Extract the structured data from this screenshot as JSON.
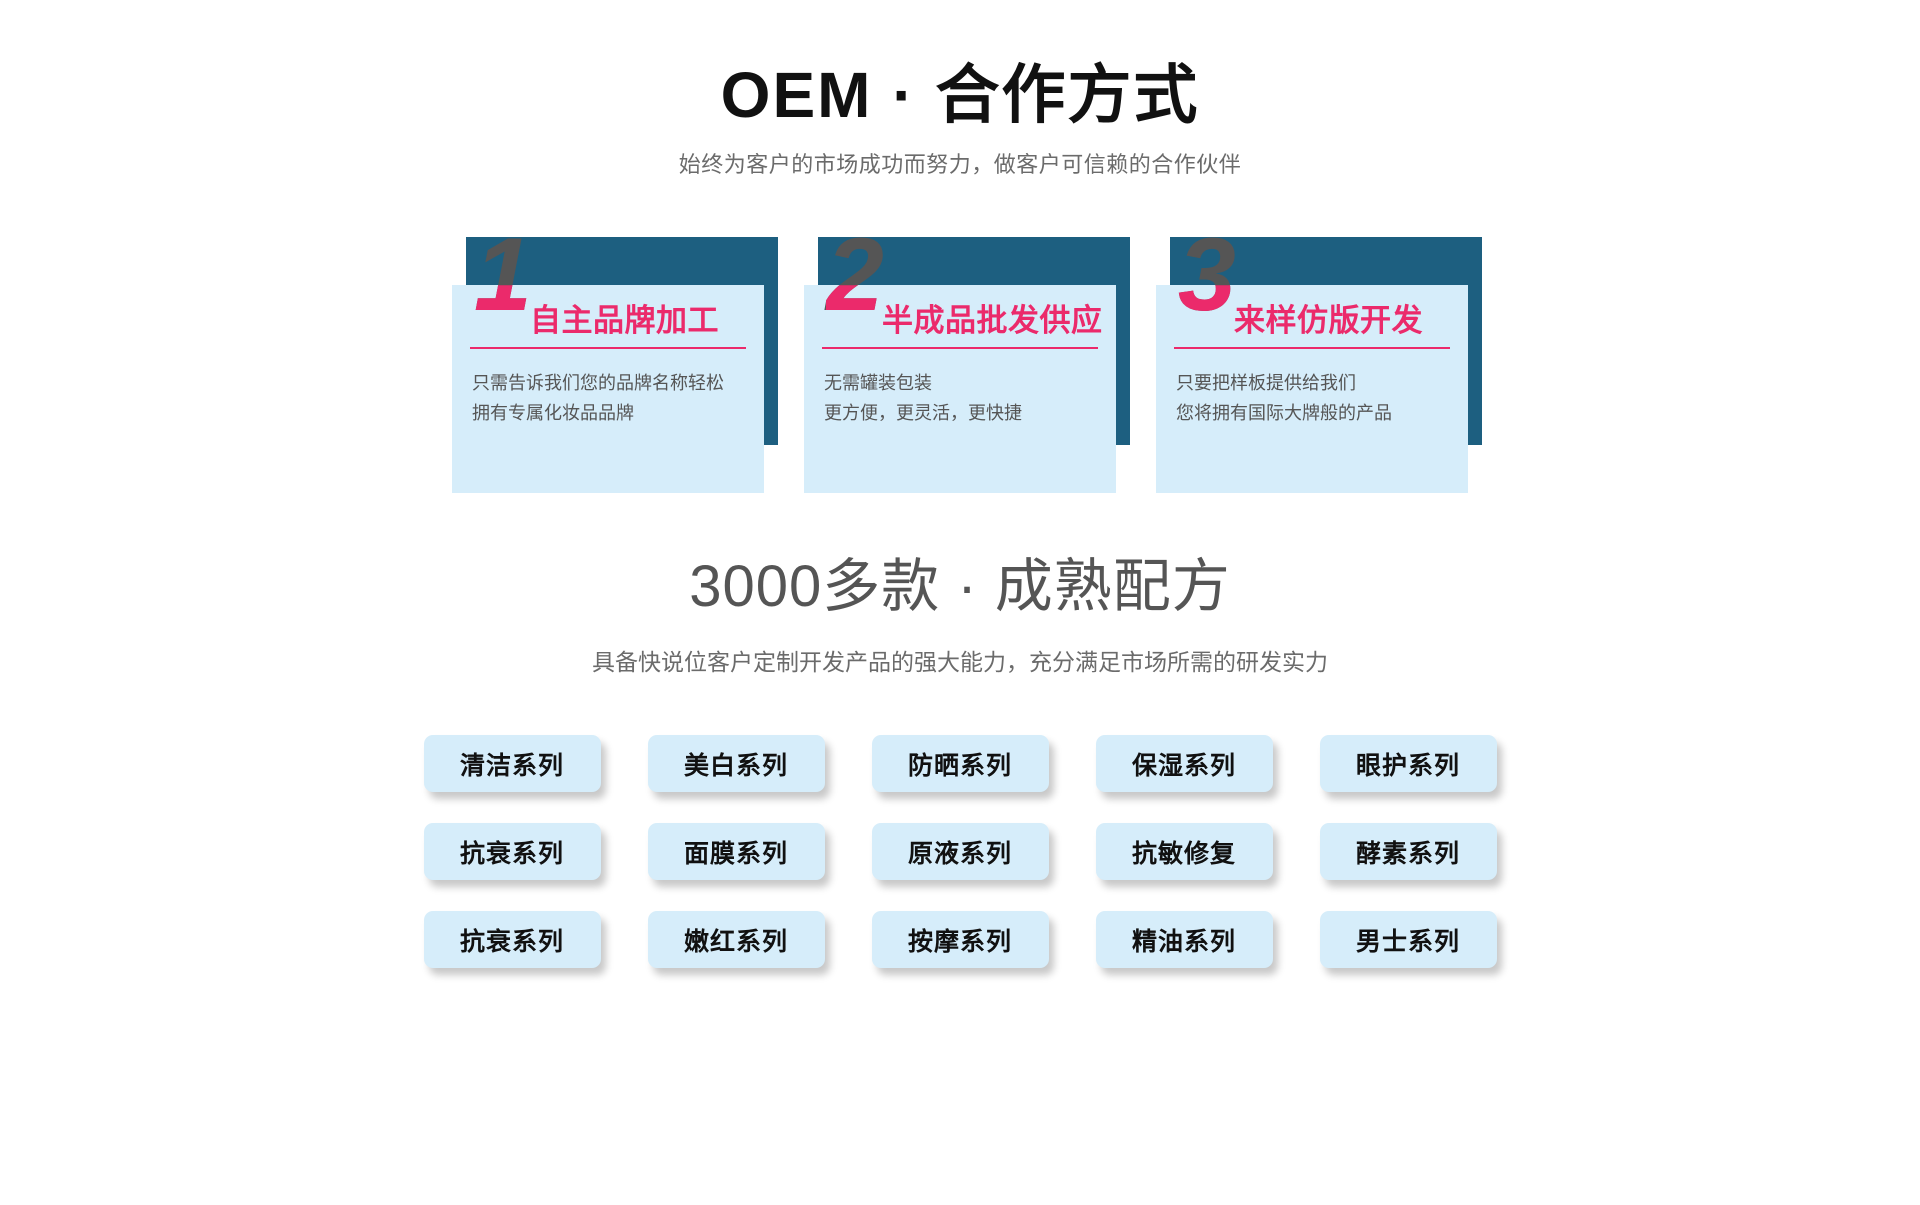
{
  "section_oem": {
    "title": "OEM · 合作方式",
    "subtitle": "始终为客户的市场成功而努力，做客户可信赖的合作伙伴",
    "cards": [
      {
        "number": "1",
        "title": "自主品牌加工",
        "line1": "只需告诉我们您的品牌名称轻松",
        "line2": "拥有专属化妆品品牌"
      },
      {
        "number": "2",
        "title": "半成品批发供应",
        "line1": "无需罐装包装",
        "line2": "更方便，更灵活，更快捷"
      },
      {
        "number": "3",
        "title": "来样仿版开发",
        "line1": "只要把样板提供给我们",
        "line2": "您将拥有国际大牌般的产品"
      }
    ]
  },
  "section_formula": {
    "title": "3000多款 · 成熟配方",
    "subtitle": "具备快说位客户定制开发产品的强大能力，充分满足市场所需的研发实力",
    "pill_rows": [
      [
        "清洁系列",
        "美白系列",
        "防晒系列",
        "保湿系列",
        "眼护系列"
      ],
      [
        "抗衰系列",
        "面膜系列",
        "原液系列",
        "抗敏修复",
        "酵素系列"
      ],
      [
        "抗衰系列",
        "嫩红系列",
        "按摩系列",
        "精油系列",
        "男士系列"
      ]
    ]
  },
  "colors": {
    "accent_pink": "#eb2a6b",
    "card_blue": "#d6edfa",
    "card_teal": "#1d5f80",
    "text_gray": "#555555",
    "text_dark": "#111111"
  }
}
